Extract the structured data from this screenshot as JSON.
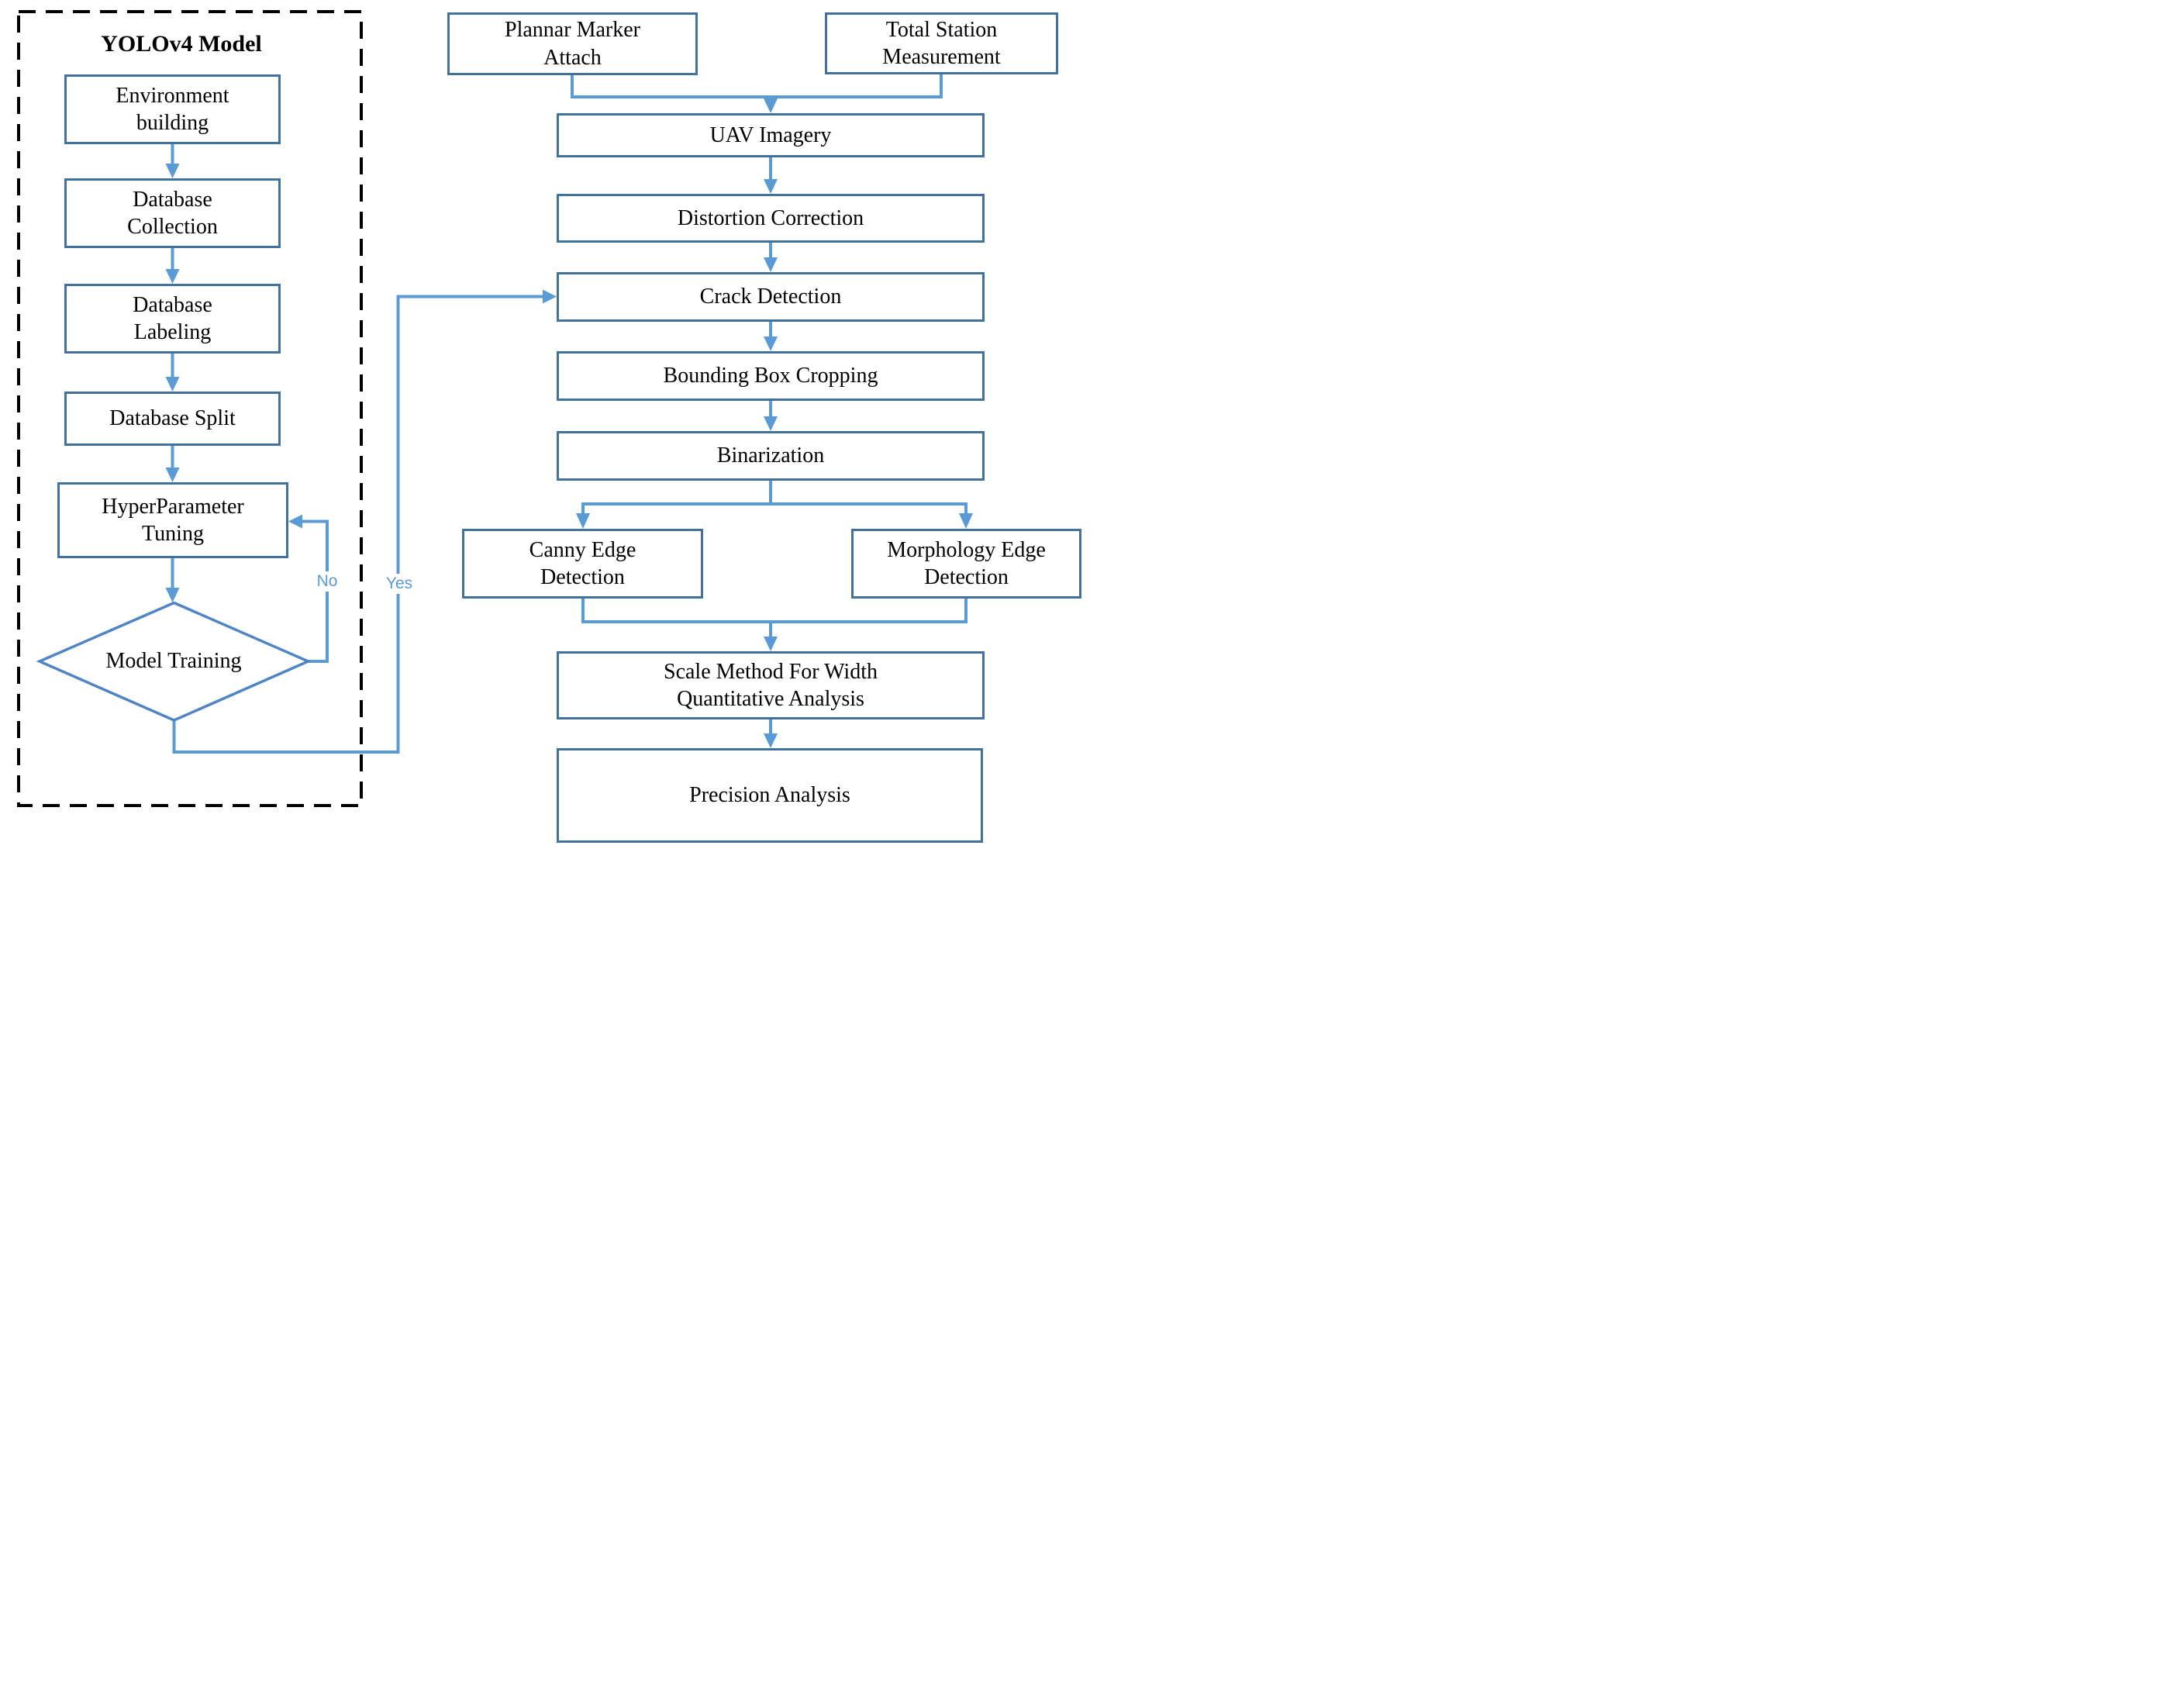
{
  "title": "YOLOv4 Model",
  "decision_labels": {
    "no": "No",
    "yes": "Yes"
  },
  "nodes": {
    "environment_building": "Environment\nbuilding",
    "database_collection": "Database\nCollection",
    "database_labeling": "Database\nLabeling",
    "database_split": "Database Split",
    "hyperparameter_tuning": "HyperParameter\nTuning",
    "model_training": "Model Training",
    "plannar_marker_attach": "Plannar Marker\nAttach",
    "total_station_measurement": "Total Station\nMeasurement",
    "uav_imagery": "UAV Imagery",
    "distortion_correction": "Distortion Correction",
    "crack_detection": "Crack Detection",
    "bounding_box_cropping": "Bounding Box Cropping",
    "binarization": "Binarization",
    "canny_edge_detection": "Canny Edge\nDetection",
    "morphology_edge_detection": "Morphology Edge\nDetection",
    "scale_method": "Scale Method For Width\nQuantitative Analysis",
    "precision_analysis": "Precision Analysis"
  },
  "colors": {
    "box_border": "#41719C",
    "connector": "#5B9BD5",
    "diamond_outline": "#5085C3",
    "dashed_border": "#000000",
    "text": "#000000"
  }
}
